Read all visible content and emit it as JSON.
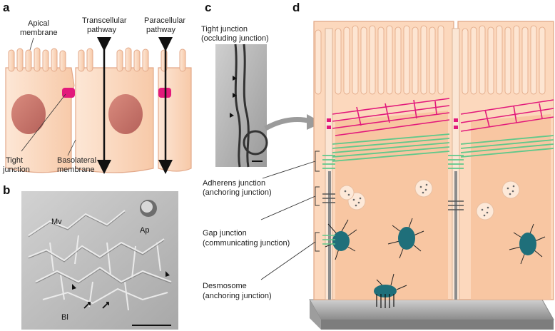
{
  "panels": {
    "a": "a",
    "b": "b",
    "c": "c",
    "d": "d"
  },
  "panel_a": {
    "apical_line1": "Apical",
    "apical_line2": "membrane",
    "transcellular_line1": "Transcellular",
    "transcellular_line2": "pathway",
    "paracellular_line1": "Paracellular",
    "paracellular_line2": "pathway",
    "tight_line1": "Tight",
    "tight_line2": "junction",
    "basolateral_line1": "Basolateral",
    "basolateral_line2": "membrane"
  },
  "panel_b": {
    "mv": "Mv",
    "ap": "Ap",
    "bl": "Bl"
  },
  "panel_c": {
    "title_line1": "Tight junction",
    "title_line2": "(occluding junction)"
  },
  "panel_d": {
    "adherens_line1": "Adherens junction",
    "adherens_line2": "(anchoring junction)",
    "gap_line1": "Gap junction",
    "gap_line2": "(communicating junction)",
    "desmosome_line1": "Desmosome",
    "desmosome_line2": "(anchoring junction)"
  },
  "colors": {
    "cell_fill": "#fbd9c2",
    "cell_stroke": "#e3a98a",
    "nucleus": "#c7776b",
    "tight_junction": "#e2197b",
    "adherens": "#5fc88a",
    "desmosome": "#1f6f7a",
    "arrow": "#111111"
  }
}
